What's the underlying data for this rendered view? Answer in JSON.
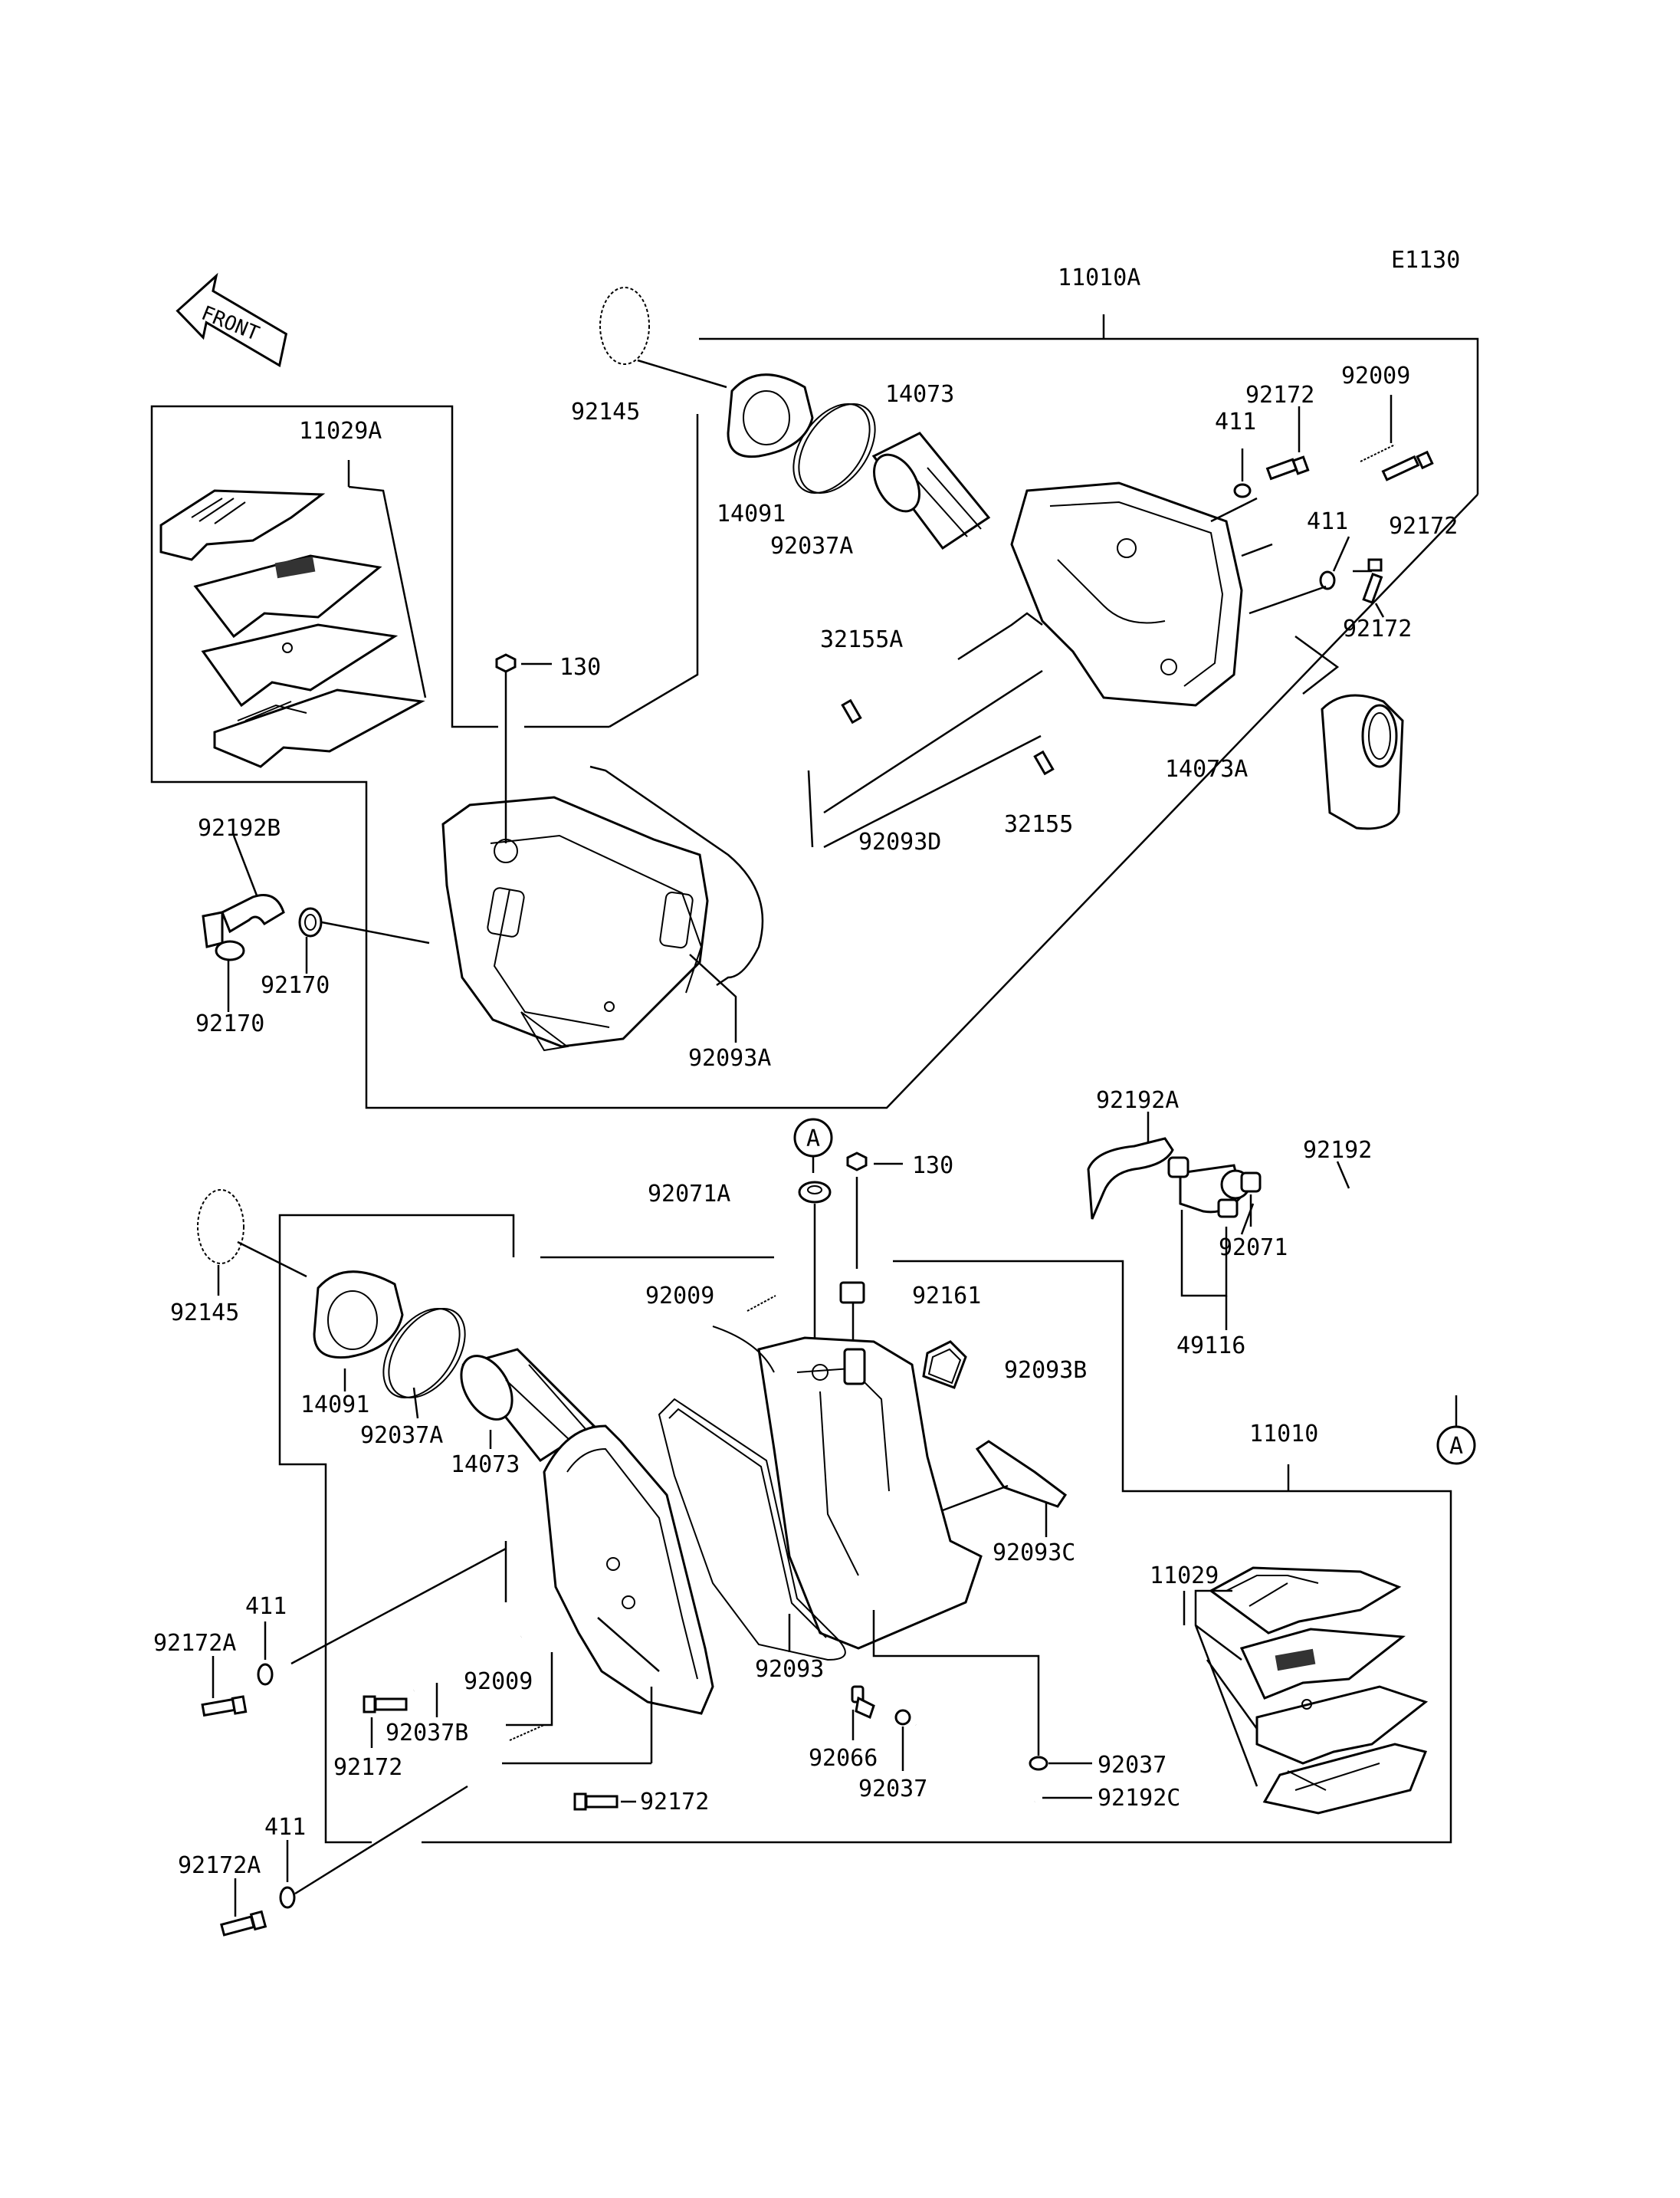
{
  "code": "E1130",
  "front_label": "FRONT",
  "callout_letter": "A",
  "parts": {
    "p11010A": "11010A",
    "p11029A": "11029A",
    "p92145_top": "92145",
    "p14091_top": "14091",
    "p92037A_top": "92037A",
    "p14073_top": "14073",
    "p411_a": "411",
    "p92172_a": "92172",
    "p92009_top": "92009",
    "p92172_b": "92172",
    "p411_b": "411",
    "p92172_c": "92172",
    "p130_top": "130",
    "p32155A": "32155A",
    "p14073A": "14073A",
    "p92192B": "92192B",
    "p92093D": "92093D",
    "p32155": "32155",
    "p92170_a": "92170",
    "p92170_b": "92170",
    "p92093A": "92093A",
    "p92192A": "92192A",
    "p92192": "92192",
    "p130_mid": "130",
    "p92071A": "92071A",
    "p92071": "92071",
    "p92145_bot": "92145",
    "p92009_mid": "92009",
    "p92161": "92161",
    "p92093B": "92093B",
    "p49116": "49116",
    "p11010": "11010",
    "p14091_bot": "14091",
    "p92037A_bot": "92037A",
    "p14073_bot": "14073",
    "p92093C": "92093C",
    "p11029": "11029",
    "p411_c": "411",
    "p92172A_a": "92172A",
    "p92009_bot": "92009",
    "p92093": "92093",
    "p92037B": "92037B",
    "p92172_d": "92172",
    "p92066": "92066",
    "p92037_a": "92037",
    "p92037_b": "92037",
    "p92172_e": "92172",
    "p92192C": "92192C",
    "p411_d": "411",
    "p92172A_b": "92172A"
  }
}
